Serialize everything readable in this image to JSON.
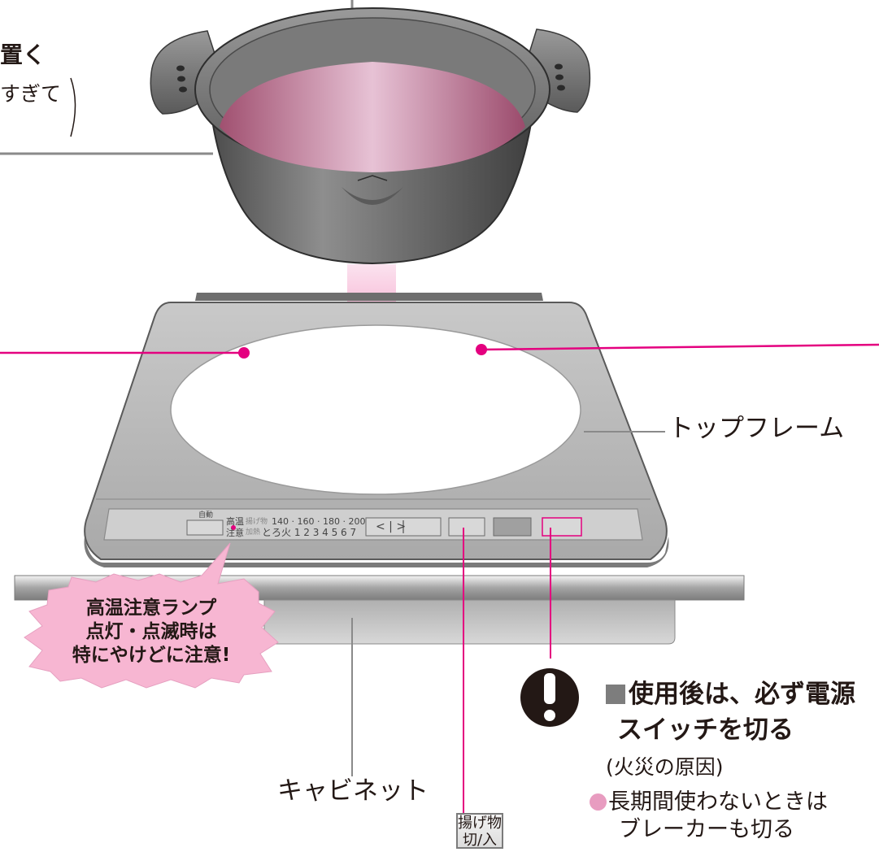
{
  "top_text": {
    "line1": "置く",
    "line2": "すぎて"
  },
  "labels": {
    "top_frame": "トップフレーム",
    "cabinet": "キャビネット"
  },
  "callout": {
    "line1": "高温注意ランプ",
    "line2": "点灯・点滅時は",
    "line3": "特にやけどに注意!"
  },
  "warning": {
    "line1": "使用後は、必ず電源",
    "line2": "スイッチを切る",
    "note": "(火災の原因)",
    "bullet1": "長期間使わないときは",
    "bullet2": "ブレーカーも切る"
  },
  "button_label": {
    "line1": "揚げ物",
    "line2": "切/入"
  },
  "panel": {
    "auto": "自動",
    "high": "高温",
    "caution": "注意",
    "fry": "揚げ物",
    "heat": "加熱",
    "temps": "140 · 160 · 180 · 200",
    "levels": "とろ火 1 2 3 4 5 6 7",
    "arrows": "<  |  >"
  },
  "colors": {
    "accent_pink": "#e4007f",
    "callout_fill": "#f7b6d2",
    "bullet_pink": "#e89cc0",
    "line_gray": "#8a8a8a"
  }
}
